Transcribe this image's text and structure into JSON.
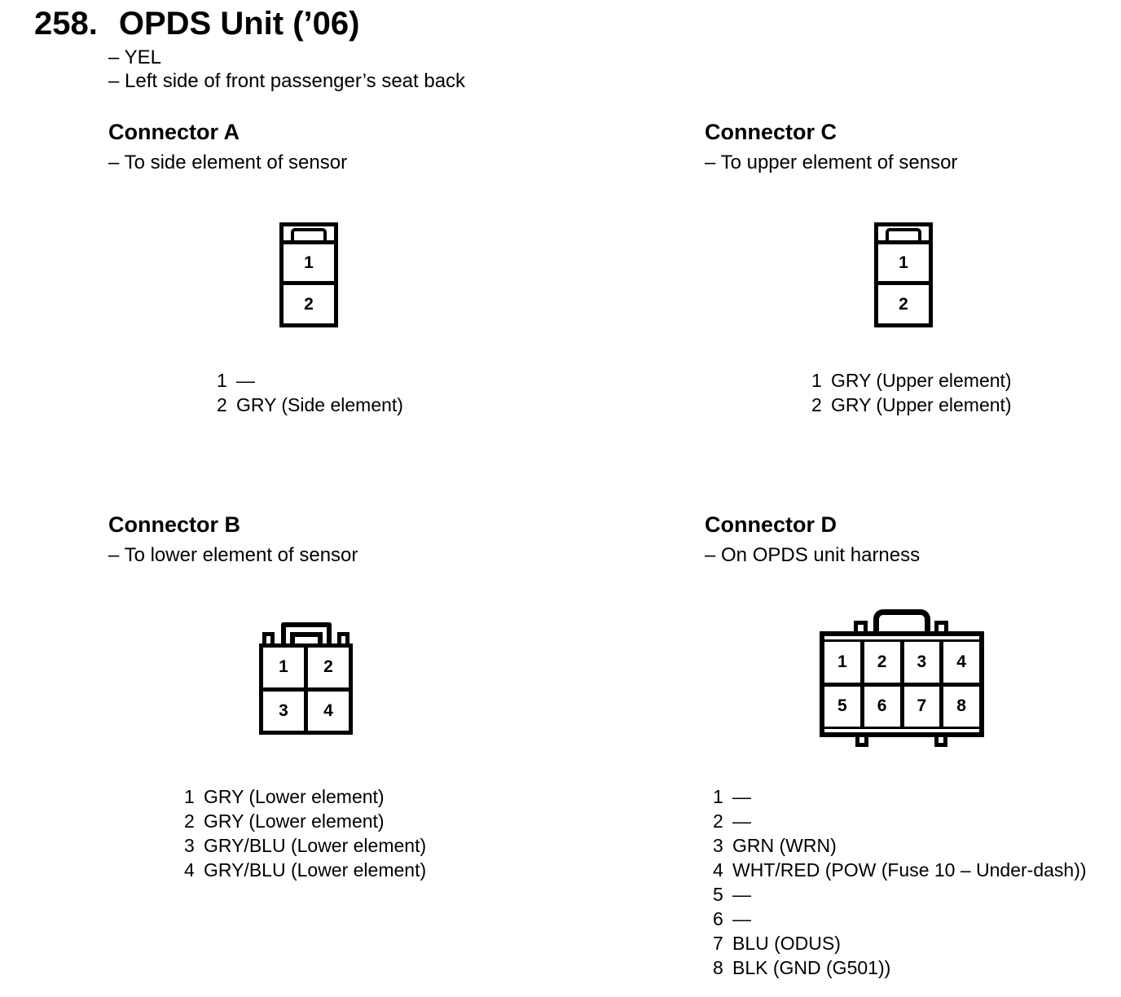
{
  "title": {
    "number": "258.",
    "text": "OPDS Unit (’06)"
  },
  "notes": [
    "– YEL",
    "– Left side of front passenger’s seat back"
  ],
  "colors": {
    "ink": "#000000",
    "paper": "#ffffff"
  },
  "sections": {
    "a": {
      "heading": "Connector A",
      "subtitle": "– To side element of sensor",
      "connector_type": "2-pin vertical",
      "cells": [
        "1",
        "2"
      ],
      "pins": [
        {
          "num": "1",
          "label": "—"
        },
        {
          "num": "2",
          "label": "GRY (Side element)"
        }
      ]
    },
    "c": {
      "heading": "Connector C",
      "subtitle": "– To upper element of sensor",
      "connector_type": "2-pin vertical",
      "cells": [
        "1",
        "2"
      ],
      "pins": [
        {
          "num": "1",
          "label": "GRY (Upper element)"
        },
        {
          "num": "2",
          "label": "GRY (Upper element)"
        }
      ]
    },
    "b": {
      "heading": "Connector B",
      "subtitle": "– To lower element of sensor",
      "connector_type": "4-pin 2x2 grid",
      "cells": [
        "1",
        "2",
        "3",
        "4"
      ],
      "pins": [
        {
          "num": "1",
          "label": "GRY (Lower element)"
        },
        {
          "num": "2",
          "label": "GRY (Lower element)"
        },
        {
          "num": "3",
          "label": "GRY/BLU (Lower element)"
        },
        {
          "num": "4",
          "label": "GRY/BLU (Lower element)"
        }
      ]
    },
    "d": {
      "heading": "Connector D",
      "subtitle": "– On OPDS unit harness",
      "connector_type": "8-pin 2x4 grid",
      "cells": [
        "1",
        "2",
        "3",
        "4",
        "5",
        "6",
        "7",
        "8"
      ],
      "pins": [
        {
          "num": "1",
          "label": "—"
        },
        {
          "num": "2",
          "label": "—"
        },
        {
          "num": "3",
          "label": "GRN (WRN)"
        },
        {
          "num": "4",
          "label": "WHT/RED (POW (Fuse 10 – Under-dash))"
        },
        {
          "num": "5",
          "label": "—"
        },
        {
          "num": "6",
          "label": "—"
        },
        {
          "num": "7",
          "label": "BLU (ODUS)"
        },
        {
          "num": "8",
          "label": "BLK (GND (G501))"
        }
      ]
    }
  }
}
